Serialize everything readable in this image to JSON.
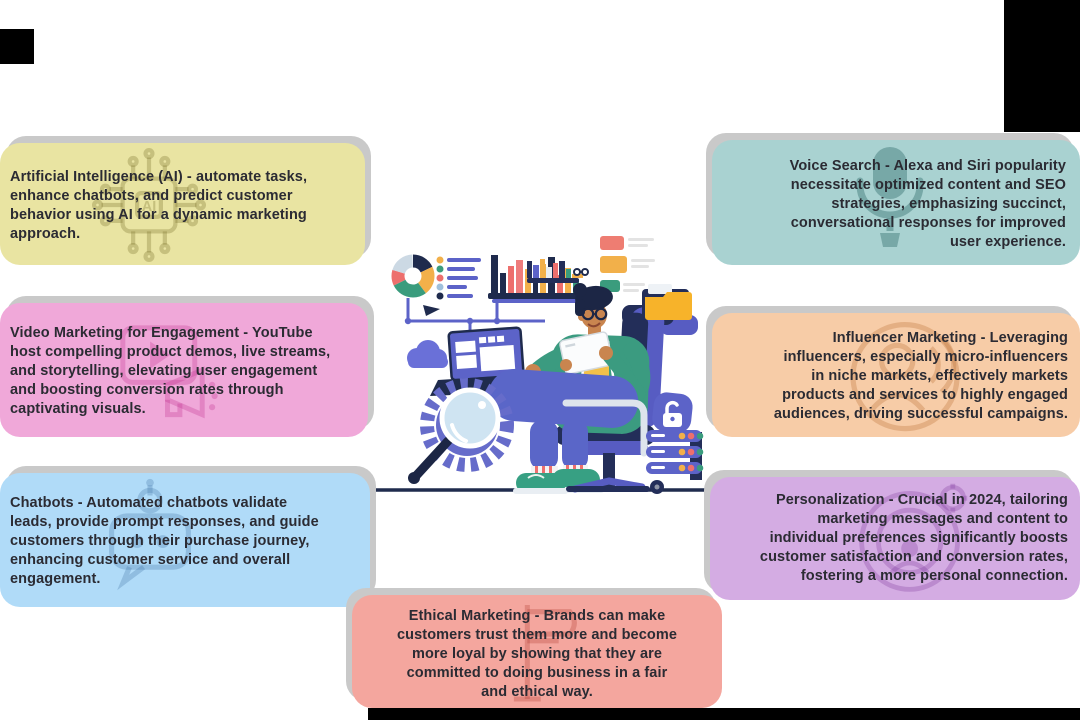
{
  "colors": {
    "background": "#ffffff",
    "text": "#2b2b33",
    "shadow": "#c9c9c9",
    "artifact": "#000000"
  },
  "cards": [
    {
      "id": "artificial-intelligence",
      "icon": "ai-chip-icon",
      "icon_label": "AI",
      "bg": "#e9e4a2",
      "lines": [
        "Artificial Intelligence (AI) - automate tasks,",
        "enhance chatbots, and predict customer",
        "behavior using AI for a dynamic marketing",
        "approach."
      ]
    },
    {
      "id": "video-marketing",
      "icon": "video-play-icon",
      "bg": "#f0a8d9",
      "lines": [
        "Video Marketing for Engagement - YouTube",
        "host compelling product demos, live streams,",
        "and storytelling, elevating user engagement",
        "and boosting conversion rates through",
        "captivating visuals."
      ]
    },
    {
      "id": "chatbots",
      "icon": "chatbot-icon",
      "bg": "#b0dbf8",
      "lines": [
        "Chatbots - Automated chatbots validate",
        "leads, provide prompt responses, and guide",
        "customers through their purchase journey,",
        "enhancing customer service and overall",
        "engagement."
      ]
    },
    {
      "id": "voice-search",
      "icon": "microphone-icon",
      "bg": "#a9d2d1",
      "lines": [
        "Voice Search - Alexa and Siri popularity",
        "necessitate optimized content and SEO",
        "strategies, emphasizing succinct,",
        "conversational responses for improved",
        "user experience."
      ]
    },
    {
      "id": "influencer-marketing",
      "icon": "influencer-icon",
      "bg": "#f7cca7",
      "lines": [
        "Influencer Marketing - Leveraging",
        "influencers, especially micro-influencers",
        "in niche markets, effectively markets",
        "products and services to highly engaged",
        "audiences, driving successful campaigns."
      ]
    },
    {
      "id": "personalization",
      "icon": "personalization-target-icon",
      "bg": "#d4ace3",
      "lines": [
        "Personalization - Crucial in 2024, tailoring",
        "marketing messages and content to",
        "individual preferences significantly boosts",
        "customer satisfaction and conversion rates,",
        "fostering a more personal connection."
      ]
    },
    {
      "id": "ethical-marketing",
      "icon": "ethical-flag-icon",
      "bg": "#f4a69e",
      "lines": [
        "Ethical Marketing - Brands can make",
        "customers trust them more and become",
        "more loyal by showing that they are",
        "committed to doing business in a fair",
        "and ethical way."
      ]
    }
  ],
  "illustration": {
    "subject": "person-working-on-laptop-with-marketing-icons",
    "palette": {
      "purple": "#5c63c8",
      "navy": "#1f2b4d",
      "dark_navy": "#232e59",
      "green": "#3b9b80",
      "yellow": "#f2b04a",
      "red": "#ed6f6d",
      "skin": "#c9854f",
      "jeans": "#5a66c8",
      "light_blue": "#cfe4f2",
      "cloud": "#6a70d8"
    }
  }
}
